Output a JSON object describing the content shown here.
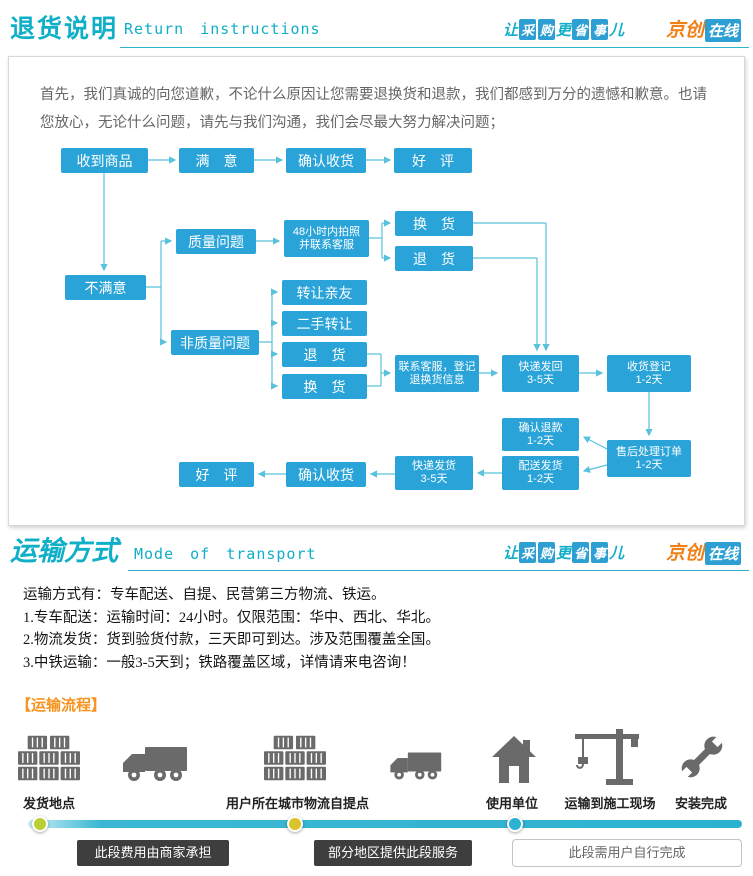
{
  "tagline": {
    "p1": "让",
    "b1": "采",
    "b2": "购",
    "p2": "更",
    "b3": "省",
    "b4": "事",
    "p3": "儿"
  },
  "brand": {
    "main": "京创",
    "badge": "在线"
  },
  "returns": {
    "title": "退货说明",
    "subtitle": "Return instructions",
    "intro": "首先，我们真诚的向您道歉，不论什么原因让您需要退换货和退款，我们都感到万分的遗憾和歉意。也请您放心，无论什么问题，请先与我们沟通，我们会尽最大努力解决问题；",
    "nodes": [
      {
        "label": "收到商品"
      },
      {
        "label": "满　意"
      },
      {
        "label": "确认收货"
      },
      {
        "label": "好　评"
      },
      {
        "label": "质量问题"
      },
      {
        "label": "48小时内拍照\n并联系客服"
      },
      {
        "label": "换　货"
      },
      {
        "label": "退　货"
      },
      {
        "label": "不满意"
      },
      {
        "label": "转让亲友"
      },
      {
        "label": "二手转让"
      },
      {
        "label": "退　货"
      },
      {
        "label": "换　货"
      },
      {
        "label": "非质量问题"
      },
      {
        "label": "联系客服，登记\n退换货信息"
      },
      {
        "label": "快递发回\n3-5天"
      },
      {
        "label": "收货登记\n1-2天"
      },
      {
        "label": "售后处理订单\n1-2天"
      },
      {
        "label": "确认退款\n1-2天"
      },
      {
        "label": "配送发货\n1-2天"
      },
      {
        "label": "快递发货\n3-5天"
      },
      {
        "label": "确认收货"
      },
      {
        "label": "好　评"
      }
    ]
  },
  "transport": {
    "title": "运输方式",
    "subtitle": "Mode of transport",
    "lines": [
      "运输方式有：专车配送、自提、民营第三方物流、铁运。",
      "1.专车配送：运输时间：24小时。仅限范围：华中、西北、华北。",
      "2.物流发货：货到验货付款，三天即可到达。涉及范围覆盖全国。",
      "3.中铁运输：一般3-5天到；铁路覆盖区域，详情请来电咨询！"
    ],
    "flow_title": "【运输流程】",
    "stations": [
      {
        "icon": "containers-icon",
        "label": "发货地点"
      },
      {
        "icon": "containers-icon",
        "label": "用户所在城市物流自提点"
      },
      {
        "icon": "house-icon",
        "label": "使用单位"
      },
      {
        "icon": "crane-icon",
        "label": "运输到施工现场"
      },
      {
        "icon": "wrench-icon",
        "label": "安装完成"
      }
    ],
    "segments": [
      {
        "label": "此段费用由商家承担"
      },
      {
        "label": "部分地区提供此段服务"
      },
      {
        "label": "此段需用户自行完成"
      }
    ]
  },
  "colors": {
    "accent_cyan": "#10afc8",
    "node_blue": "#2aa4d8",
    "connector_cyan": "#58c2dc",
    "brand_orange": "#f07f16",
    "flow_title_orange": "#f7931e",
    "dark_badge": "#3e3e3e",
    "icon_gray": "#6a6a6a",
    "dot_green": "#b9cf33",
    "dot_yellow": "#dbc32a",
    "dot_cyan": "#2cb2d3"
  }
}
